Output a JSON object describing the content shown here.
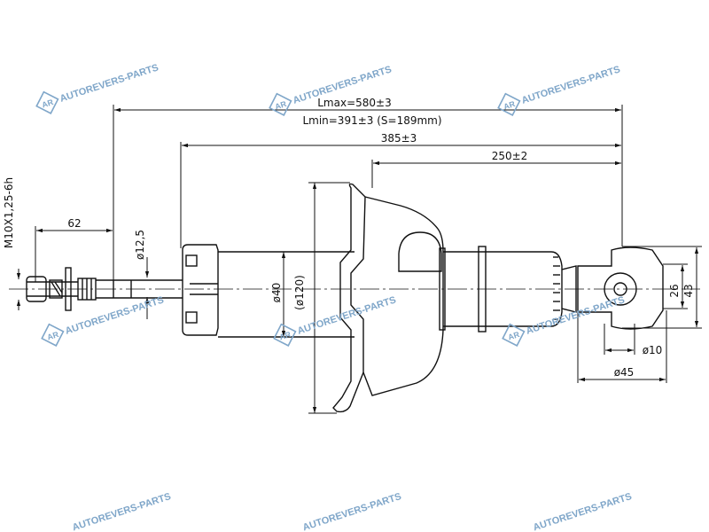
{
  "dimensions": {
    "lmax": "Lmax=580±3",
    "lmin": "Lmin=391±3 (S=189mm)",
    "body_len": "385±3",
    "eye_offset": "250±2",
    "thread_len": "62",
    "thread_spec": "M10X1,25-6h",
    "rod_dia": "ø12,5",
    "tube_dia": "ø40",
    "spring_seat_dia": "(ø120)",
    "eye_width": "26",
    "eye_height": "43",
    "eye_bore": "ø10",
    "eye_outer": "ø45"
  },
  "watermark": {
    "brand": "AUTOREVERS-PARTS",
    "logo_text": "AR",
    "color": "#7fa6c9"
  },
  "line_color": "#111111"
}
